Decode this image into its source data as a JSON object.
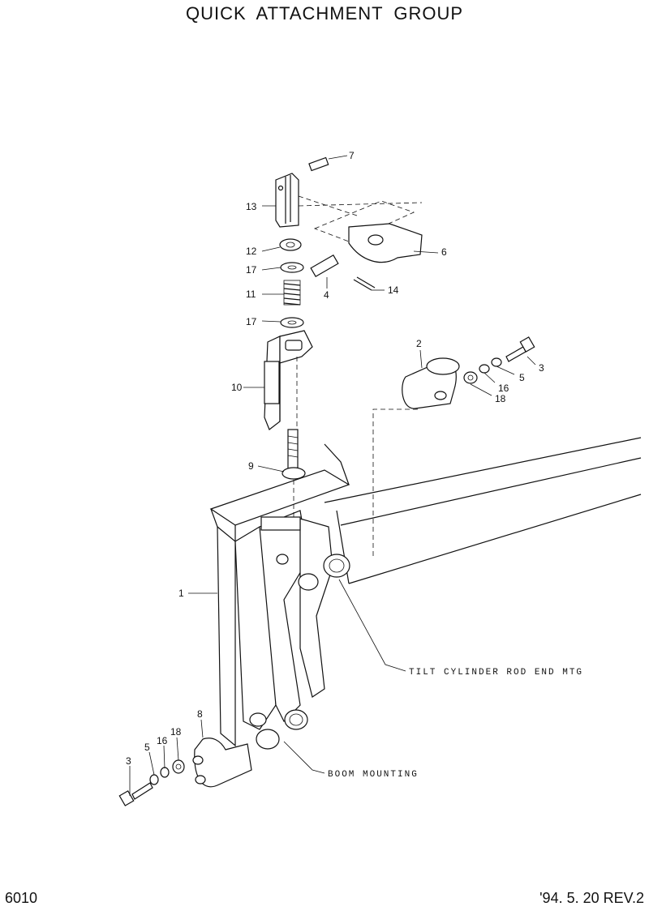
{
  "header": {
    "title": "QUICK ATTACHMENT GROUP"
  },
  "footer": {
    "page_number": "6010",
    "revision": "'94. 5. 20 REV.2"
  },
  "callouts": {
    "c7": "7",
    "c13": "13",
    "c6": "6",
    "c12": "12",
    "c17a": "17",
    "c4": "4",
    "c14": "14",
    "c11": "11",
    "c17b": "17",
    "c2": "2",
    "c3a": "3",
    "c5a": "5",
    "c16a": "16",
    "c18a": "18",
    "c10": "10",
    "c9": "9",
    "c1": "1",
    "c8": "8",
    "c3b": "3",
    "c5b": "5",
    "c16b": "16",
    "c18b": "18"
  },
  "notes": {
    "tilt": "TILT CYLINDER ROD END MTG",
    "boom": "BOOM MOUNTING"
  }
}
